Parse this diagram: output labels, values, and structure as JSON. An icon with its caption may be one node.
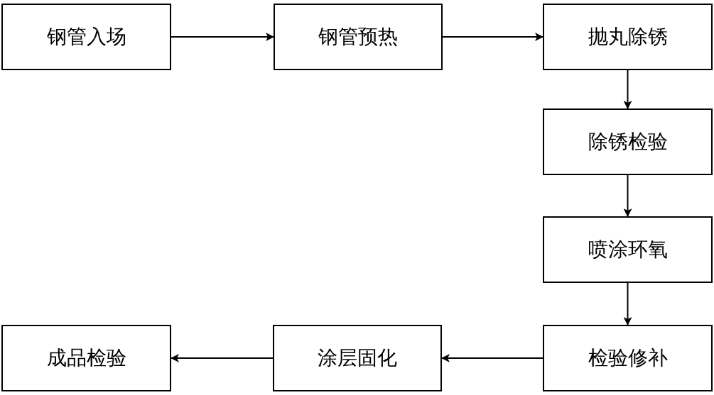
{
  "diagram": {
    "nodes": [
      {
        "text": [
          "钢管入场"
        ]
      },
      {
        "text": [
          "钢管预热"
        ]
      },
      {
        "text": [
          "抛丸除锈"
        ]
      },
      {
        "text": [
          "除锈检验"
        ]
      },
      {
        "text": [
          "喷涂环氧"
        ]
      },
      {
        "text": [
          "检验修补"
        ]
      },
      {
        "text": [
          "涂层固化"
        ]
      },
      {
        "text": [
          "成品检验"
        ]
      }
    ],
    "edges": [
      {
        "from": 0,
        "to": 1,
        "arrow": "to"
      },
      {
        "from": 1,
        "to": 2,
        "arrow": "to"
      },
      {
        "from": 2,
        "to": 3,
        "arrow": "to"
      },
      {
        "from": 3,
        "to": 4,
        "arrow": "to"
      },
      {
        "from": 4,
        "to": 5,
        "arrow": "to"
      },
      {
        "from": 5,
        "to": 6,
        "arrow": "to"
      },
      {
        "from": 6,
        "to": 7,
        "arrow": "to"
      }
    ]
  }
}
